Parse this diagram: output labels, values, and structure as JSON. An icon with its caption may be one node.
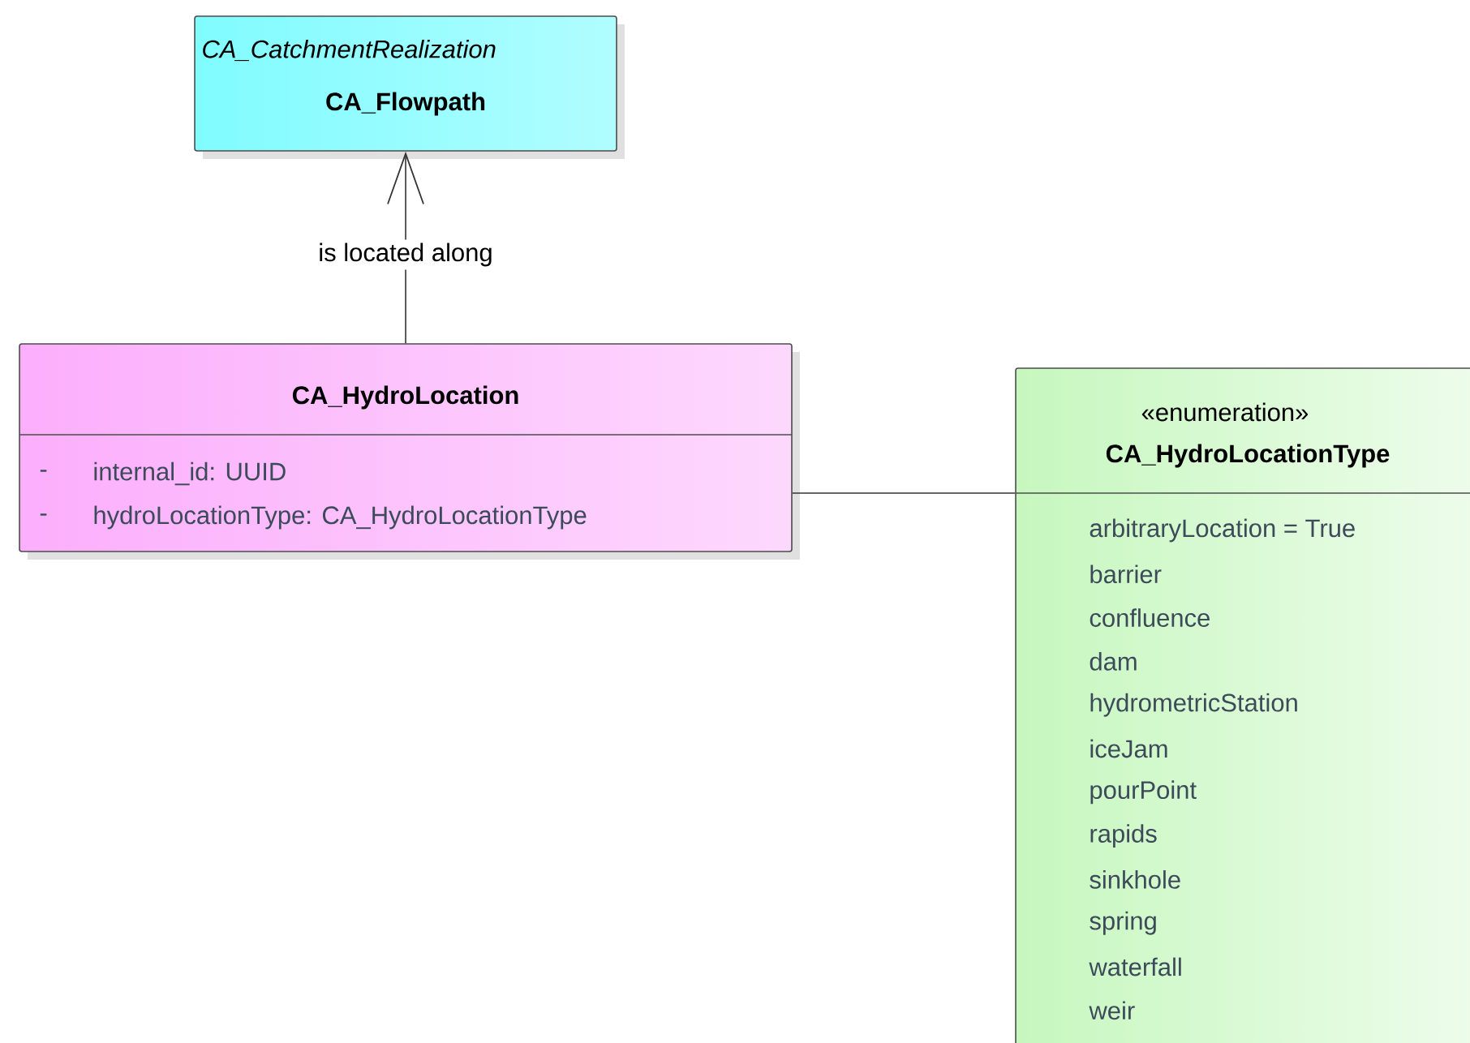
{
  "diagram": {
    "nodes": [
      {
        "text": [
          "CA_CatchmentRealization",
          "CA_Flowpath"
        ]
      },
      {
        "text": [
          "CA_HydroLocation",
          "-",
          "internal_id: UUID",
          "-",
          "hydroLocationType: CA_HydroLocationType"
        ]
      },
      {
        "text": [
          "«enumeration»",
          "CA_HydroLocationType",
          "arbitraryLocation = True",
          "barrier",
          "confluence",
          "dam",
          "hydrometricStation",
          "iceJam",
          "pourPoint",
          "rapids",
          "sinkhole",
          "spring",
          "waterfall",
          "weir"
        ]
      }
    ],
    "edges": [
      {
        "from": 1,
        "to": 0,
        "arrow": "to",
        "label": "is located along"
      },
      {
        "from": 1,
        "to": 2,
        "arrow": "none"
      }
    ]
  }
}
